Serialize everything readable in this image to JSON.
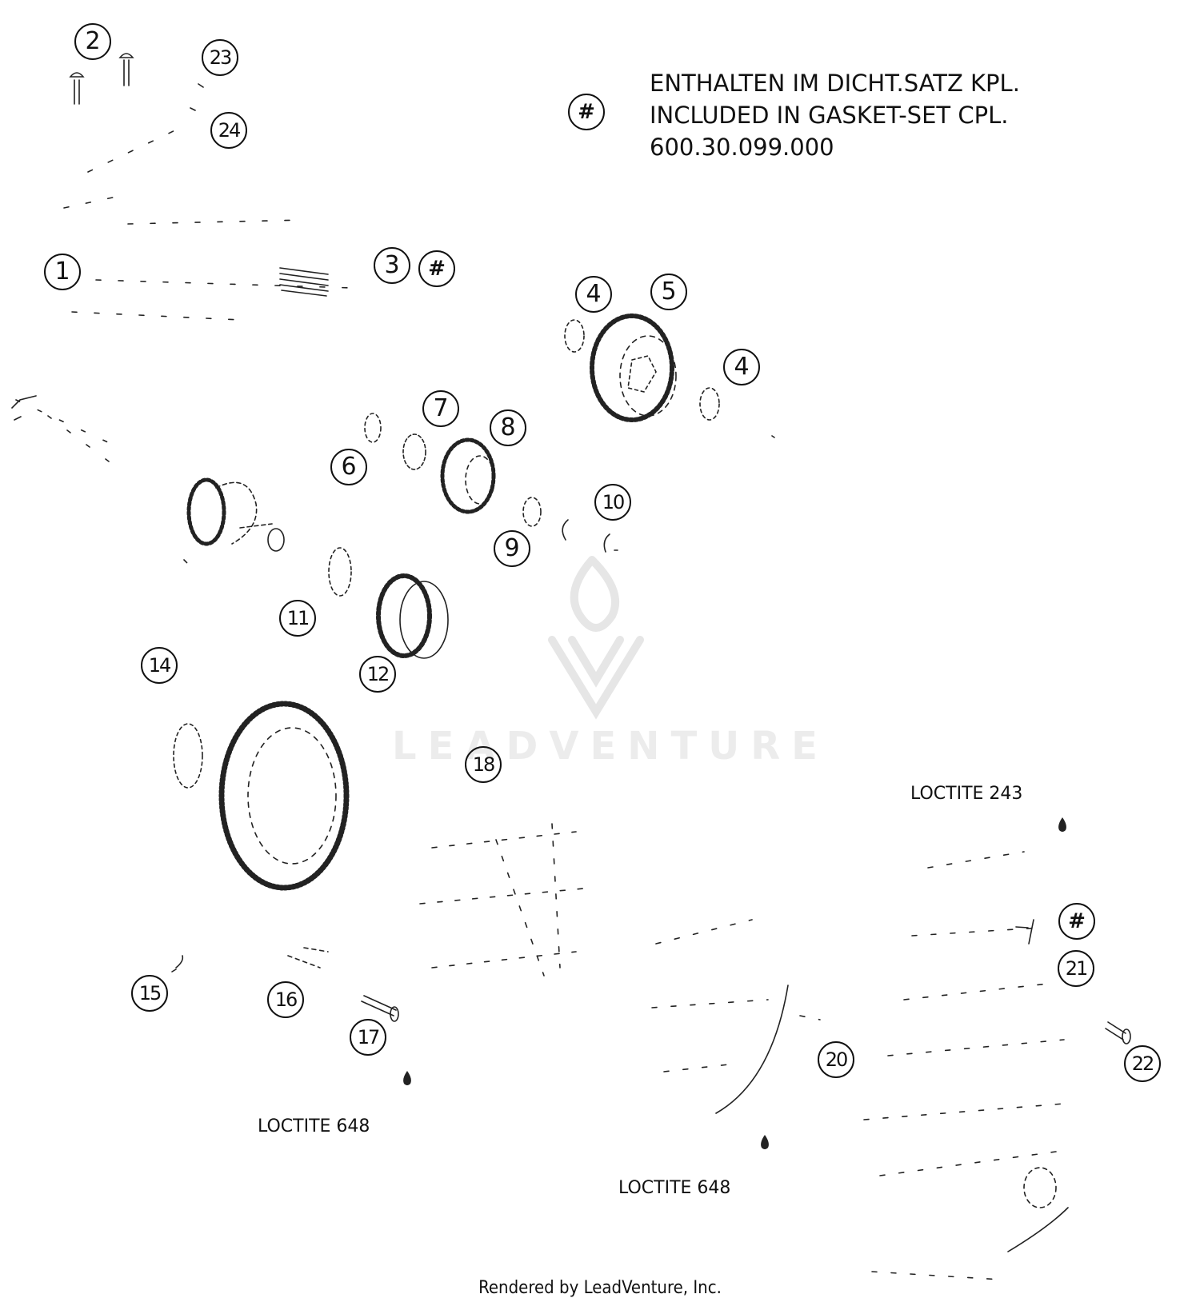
{
  "legend": {
    "symbol": "#",
    "lines": [
      "ENTHALTEN IM DICHT.SATZ KPL.",
      "INCLUDED IN GASKET-SET CPL.",
      "600.30.099.000"
    ]
  },
  "callouts": [
    {
      "id": "1",
      "label": "1"
    },
    {
      "id": "2",
      "label": "2"
    },
    {
      "id": "3",
      "label": "3"
    },
    {
      "id": "3-hash",
      "label": "#"
    },
    {
      "id": "4a",
      "label": "4"
    },
    {
      "id": "5",
      "label": "5"
    },
    {
      "id": "4b",
      "label": "4"
    },
    {
      "id": "6",
      "label": "6"
    },
    {
      "id": "7",
      "label": "7"
    },
    {
      "id": "8",
      "label": "8"
    },
    {
      "id": "9",
      "label": "9"
    },
    {
      "id": "10",
      "label": "10"
    },
    {
      "id": "11",
      "label": "11"
    },
    {
      "id": "12",
      "label": "12"
    },
    {
      "id": "14",
      "label": "14"
    },
    {
      "id": "15",
      "label": "15"
    },
    {
      "id": "16",
      "label": "16"
    },
    {
      "id": "17",
      "label": "17"
    },
    {
      "id": "18",
      "label": "18"
    },
    {
      "id": "20",
      "label": "20"
    },
    {
      "id": "21-hash",
      "label": "#"
    },
    {
      "id": "21",
      "label": "21"
    },
    {
      "id": "22",
      "label": "22"
    },
    {
      "id": "23",
      "label": "23"
    },
    {
      "id": "24",
      "label": "24"
    }
  ],
  "loctite_labels": {
    "l243": "LOCTITE 243",
    "l648_left": "LOCTITE 648",
    "l648_mid": "LOCTITE 648"
  },
  "watermark": "LEADVENTURE",
  "footer": "Rendered by LeadVenture, Inc."
}
